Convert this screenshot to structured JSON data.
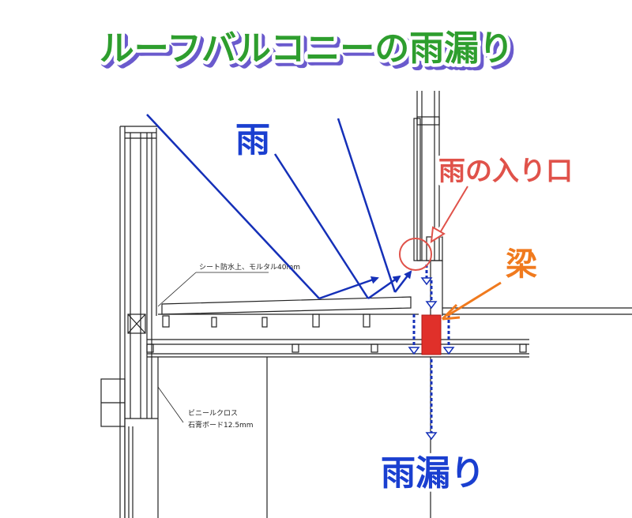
{
  "title": "ルーフバルコニーの雨漏り",
  "labels": {
    "rain": "雨",
    "entry": "雨の入り口",
    "beam": "梁",
    "leak": "雨漏り"
  },
  "annotations": {
    "sheet": "シート防水上、モルタル40mm",
    "cloth": "ビニールクロス",
    "board": "石膏ボード12.5mm"
  },
  "colors": {
    "title_fill": "#2e9e2e",
    "title_outline": "#ffffff",
    "title_shadow": "#6a5acd",
    "blue_label": "#1a3fd0",
    "red_label": "#e0524a",
    "orange_label": "#f07a1e",
    "beam_fill": "#e0302a",
    "rain_line": "#1530b8",
    "drawing_line": "#222222"
  }
}
